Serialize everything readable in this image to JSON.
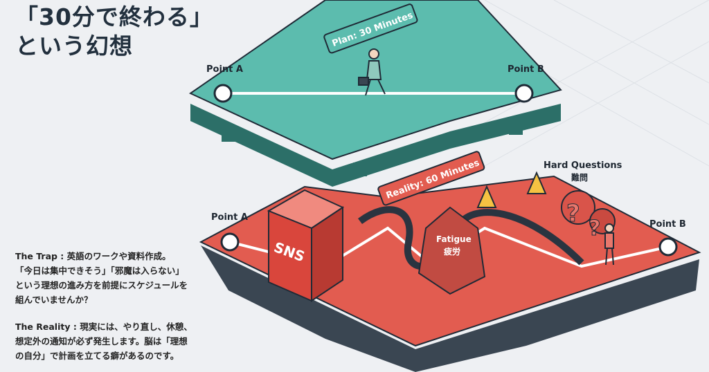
{
  "title": {
    "line1": "「30分で終わる」",
    "line2": "という幻想"
  },
  "plan": {
    "tag": "Plan: 30 Minutes",
    "point_a": "Point A",
    "point_b": "Point B"
  },
  "reality": {
    "tag": "Reality: 60 Minutes",
    "point_a": "Point A",
    "point_b": "Point B",
    "sns": "SNS",
    "fatigue_en": "Fatigue",
    "fatigue_jp": "疲労",
    "hard_en": "Hard Questions",
    "hard_jp": "難問"
  },
  "text": {
    "trap_lines": [
      "The Trap : 英語のワークや資料作成。",
      "「今日は集中できそう」「邪魔は入らない」",
      "という理想の進み方を前提にスケジュールを",
      "組んでいませんか？"
    ],
    "reality_lines": [
      "The Reality : 現実には、やり直し、休憩、",
      "想定外の通知が必ず発生します。脳は「理想",
      "の自分」で計画を立てる癖があるのです。"
    ]
  },
  "colors": {
    "plan": "#4fb3a5",
    "reality": "#e0554a",
    "dark": "#1f2a36"
  }
}
